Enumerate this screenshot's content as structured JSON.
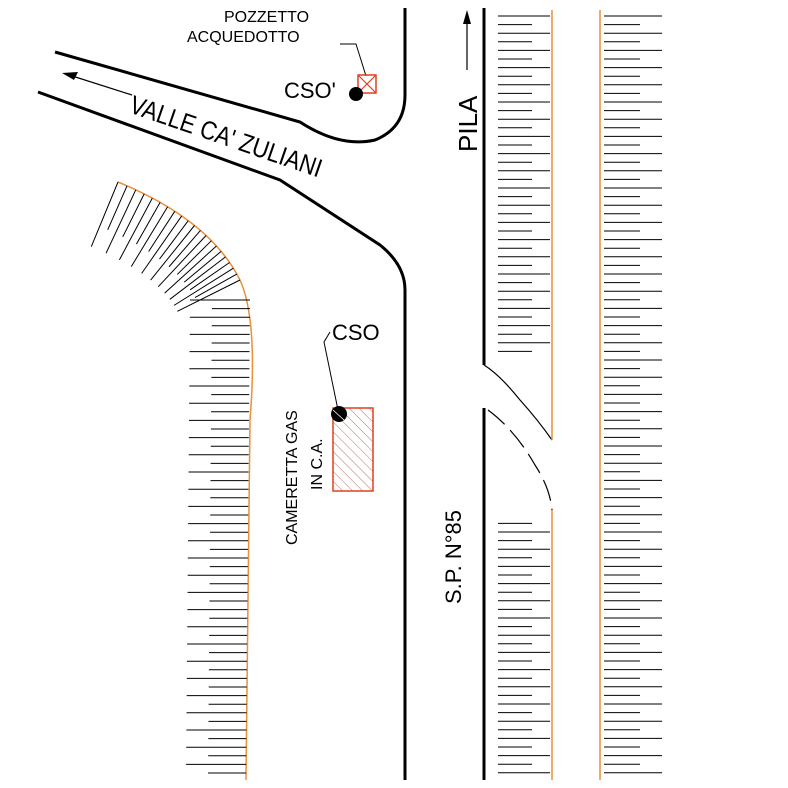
{
  "labels": {
    "pozzetto_line1": "POZZETTO",
    "pozzetto_line2": "ACQUEDOTTO",
    "cso_top": "CSO'",
    "valle_road": "VALLE CA' ZULIANI",
    "pila": "PILA",
    "cso_mid": "CSO",
    "cameretta_line1": "CAMERETTA GAS",
    "cameretta_line2": "IN C.A.",
    "sp85": "S.P. N°85"
  },
  "colors": {
    "line": "#000000",
    "embankment": "#e8903a",
    "structure": "#e0401e",
    "hatch": "#c07060"
  },
  "symbols": {
    "cso_marker": "filled-circle",
    "pozzetto_marker": "crossed-square",
    "direction_marker": "arrow"
  }
}
